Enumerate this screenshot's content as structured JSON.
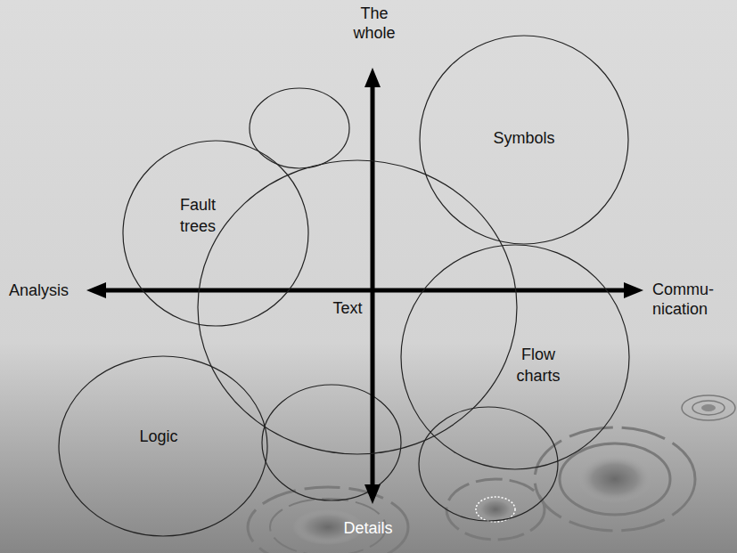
{
  "diagram": {
    "nodes": [
      {
        "text": [
          "Symbols"
        ]
      },
      {
        "text": [
          "Fault trees"
        ]
      },
      {
        "text": [
          "Text"
        ]
      },
      {
        "text": [
          "Flow charts"
        ]
      },
      {
        "text": [
          "Logic"
        ]
      }
    ],
    "labels": [
      "The whole",
      "Analysis",
      "Commu- nication",
      "Details"
    ]
  }
}
